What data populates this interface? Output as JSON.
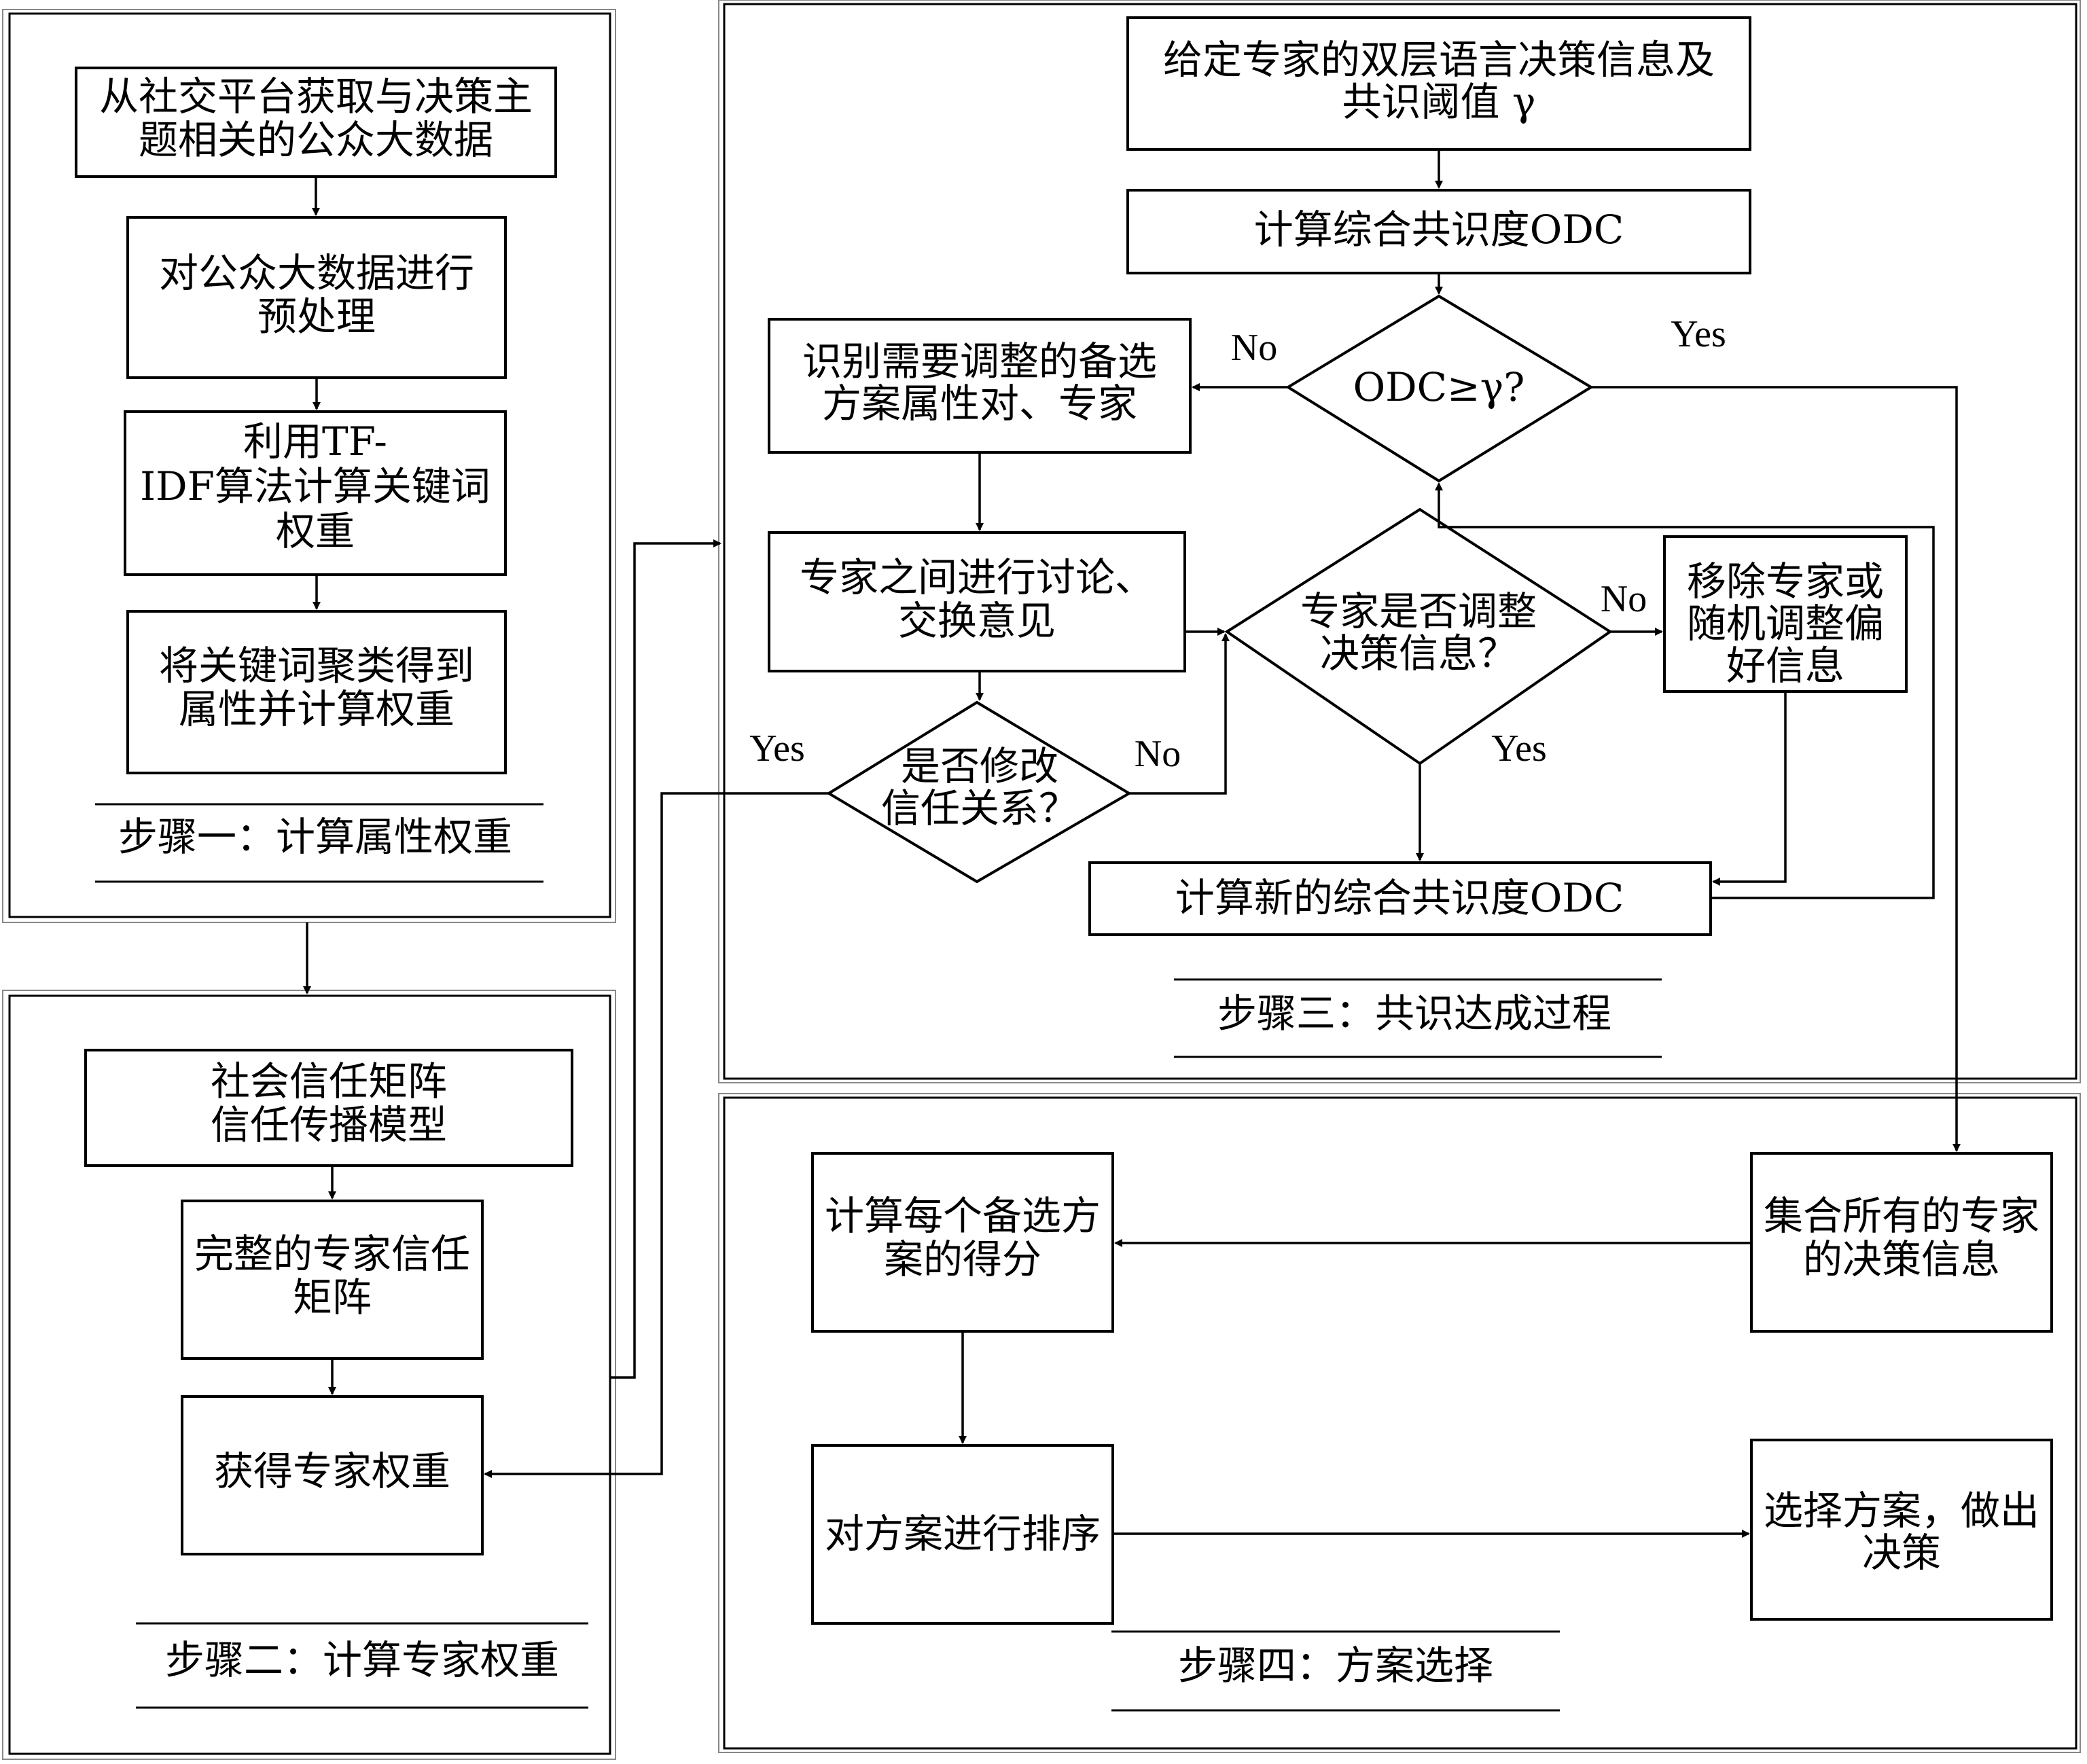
{
  "steps": {
    "step1": {
      "caption": "步骤一：计算属性权重",
      "box1": [
        "从社交平台获取与决策主",
        "题相关的公众大数据"
      ],
      "box2": [
        "对公众大数据进行",
        "预处理"
      ],
      "box3": [
        "利用TF-",
        "IDF算法计算关键词",
        "权重"
      ],
      "box4": [
        "将关键词聚类得到",
        "属性并计算权重"
      ]
    },
    "step2": {
      "caption": "步骤二：计算专家权重",
      "box1": [
        "社会信任矩阵",
        "信任传播模型"
      ],
      "box2": [
        "完整的专家信任",
        "矩阵"
      ],
      "box3": [
        "获得专家权重"
      ]
    },
    "step3": {
      "caption": "步骤三：共识达成过程",
      "given": [
        "给定专家的双层语言决策信息及",
        "共识阈值 γ"
      ],
      "compute_odc": [
        "计算综合共识度ODC"
      ],
      "decision_odc": [
        "ODC≥γ?"
      ],
      "identify": [
        "识别需要调整的备选",
        "方案属性对、专家"
      ],
      "discuss": [
        "专家之间进行讨论、",
        "交换意见"
      ],
      "decision_adjust": [
        "专家是否调整",
        "决策信息？"
      ],
      "remove": [
        "移除专家或",
        "随机调整偏",
        "好信息"
      ],
      "decision_trust": [
        "是否修改",
        "信任关系？"
      ],
      "compute_new_odc": [
        "计算新的综合共识度ODC"
      ]
    },
    "step4": {
      "caption": "步骤四：方案选择",
      "aggregate": [
        "集合所有的专家",
        "的决策信息"
      ],
      "score": [
        "计算每个备选方",
        "案的得分"
      ],
      "rank": [
        "对方案进行排序"
      ],
      "select": [
        "选择方案，做出",
        "决策"
      ]
    }
  },
  "edge_labels": {
    "odc_no": "No",
    "odc_yes": "Yes",
    "adjust_no": "No",
    "adjust_yes": "Yes",
    "trust_yes": "Yes",
    "trust_no": "No"
  }
}
